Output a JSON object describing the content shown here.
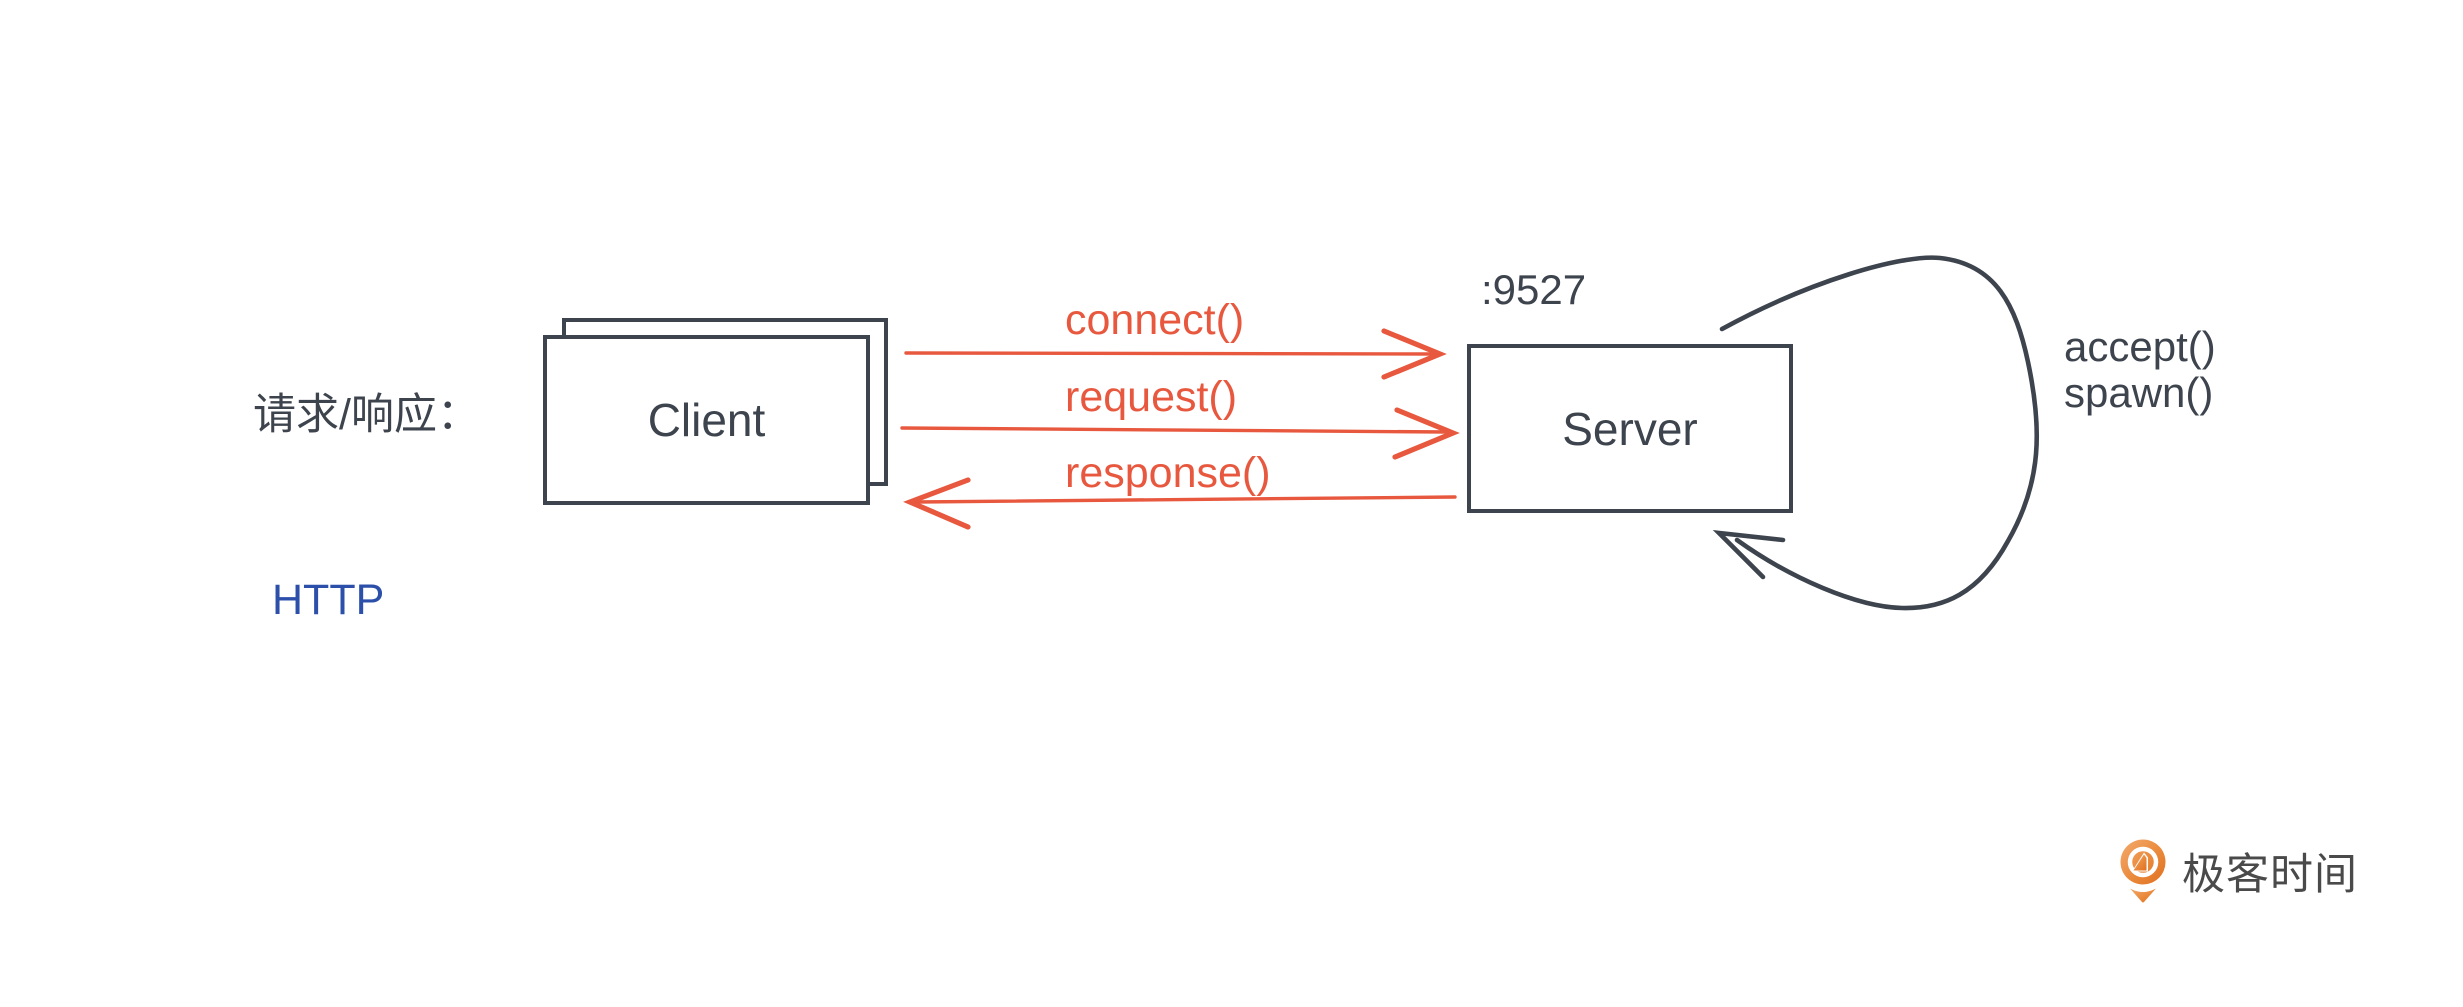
{
  "diagram": {
    "section_label": "请求/响应：",
    "protocol_label": "HTTP",
    "client": {
      "label": "Client"
    },
    "server": {
      "label": "Server",
      "port": ":9527"
    },
    "calls": {
      "connect": "connect()",
      "request": "request()",
      "response": "response()",
      "accept": "accept()",
      "spawn": "spawn()"
    }
  },
  "branding": {
    "logo_text": "极客时间"
  },
  "colors": {
    "arrow_orange": "#e8583f",
    "stroke_dark": "#3d444d",
    "http_blue": "#2c50aa",
    "logo_orange_light": "#f0a264",
    "logo_orange_dark": "#e06f1f",
    "logo_text_gray": "#4a4a4a"
  }
}
